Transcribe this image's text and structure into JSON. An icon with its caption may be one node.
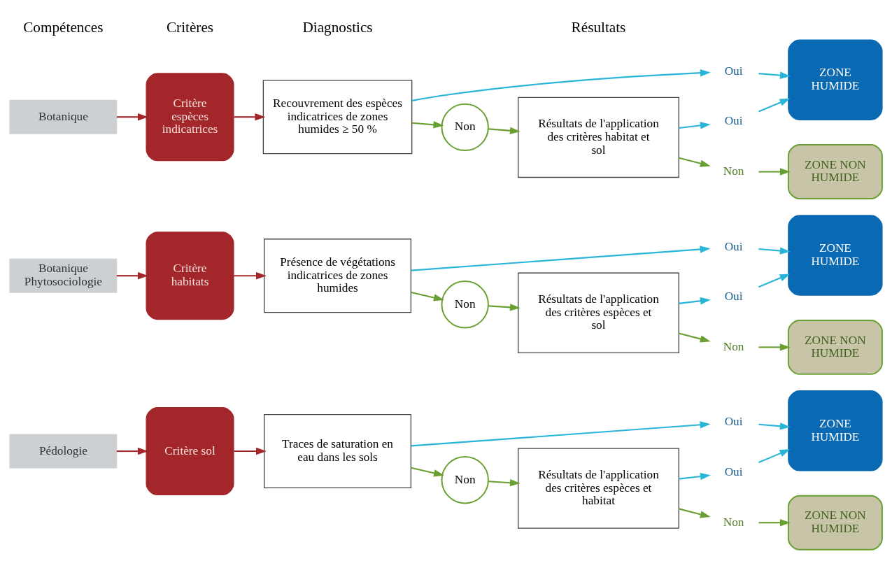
{
  "diagram": {
    "nodes": [
      {
        "text": [
          "Botanique"
        ]
      },
      {
        "text": [
          "Critère espèces indicatrices"
        ]
      },
      {
        "text": [
          "Recouvrement des espèces indicatrices de zones humides ≥ 50 %"
        ]
      },
      {
        "text": [
          "Oui"
        ]
      },
      {
        "text": [
          "ZONE HUMIDE"
        ]
      },
      {
        "text": [
          "Non"
        ]
      },
      {
        "text": [
          "Résultats de l'application des critères habitat et sol"
        ]
      },
      {
        "text": [
          "Oui"
        ]
      },
      {
        "text": [
          "Non"
        ]
      },
      {
        "text": [
          "ZONE NON HUMIDE"
        ]
      },
      {
        "text": [
          "Botanique Phytosociologie"
        ]
      },
      {
        "text": [
          "Critère habitats"
        ]
      },
      {
        "text": [
          "Présence de végétations indicatrices de zones humides"
        ]
      },
      {
        "text": [
          "Oui"
        ]
      },
      {
        "text": [
          "ZONE HUMIDE"
        ]
      },
      {
        "text": [
          "Non"
        ]
      },
      {
        "text": [
          "Résultats de l'application des critères espèces et sol"
        ]
      },
      {
        "text": [
          "Oui"
        ]
      },
      {
        "text": [
          "Non"
        ]
      },
      {
        "text": [
          "ZONE NON HUMIDE"
        ]
      },
      {
        "text": [
          "Pédologie"
        ]
      },
      {
        "text": [
          "Critère sol"
        ]
      },
      {
        "text": [
          "Traces de saturation en eau dans les sols"
        ]
      },
      {
        "text": [
          "Oui"
        ]
      },
      {
        "text": [
          "ZONE HUMIDE"
        ]
      },
      {
        "text": [
          "Non"
        ]
      },
      {
        "text": [
          "Résultats de l'application des critères espèces et habitat"
        ]
      },
      {
        "text": [
          "Oui"
        ]
      },
      {
        "text": [
          "Non"
        ]
      },
      {
        "text": [
          "ZONE NON HUMIDE"
        ]
      }
    ],
    "edges": [
      {
        "from": 0,
        "to": 1,
        "arrow": "to",
        "color": "#a3262a"
      },
      {
        "from": 1,
        "to": 2,
        "arrow": "to",
        "color": "#a3262a"
      },
      {
        "from": 2,
        "to": 3,
        "arrow": "to",
        "color": "#29b5d8"
      },
      {
        "from": 3,
        "to": 4,
        "arrow": "to",
        "color": "#29b5d8"
      },
      {
        "from": 2,
        "to": 5,
        "arrow": "to",
        "color": "#6aa033"
      },
      {
        "from": 5,
        "to": 6,
        "arrow": "to",
        "color": "#6aa033"
      },
      {
        "from": 6,
        "to": 7,
        "arrow": "to",
        "color": "#29b5d8"
      },
      {
        "from": 7,
        "to": 4,
        "arrow": "to",
        "color": "#29b5d8"
      },
      {
        "from": 6,
        "to": 8,
        "arrow": "to",
        "color": "#6aa033"
      },
      {
        "from": 8,
        "to": 9,
        "arrow": "to",
        "color": "#6aa033"
      },
      {
        "from": 10,
        "to": 11,
        "arrow": "to",
        "color": "#a3262a"
      },
      {
        "from": 11,
        "to": 12,
        "arrow": "to",
        "color": "#a3262a"
      },
      {
        "from": 12,
        "to": 13,
        "arrow": "to",
        "color": "#29b5d8"
      },
      {
        "from": 13,
        "to": 14,
        "arrow": "to",
        "color": "#29b5d8"
      },
      {
        "from": 12,
        "to": 15,
        "arrow": "to",
        "color": "#6aa033"
      },
      {
        "from": 15,
        "to": 16,
        "arrow": "to",
        "color": "#6aa033"
      },
      {
        "from": 16,
        "to": 17,
        "arrow": "to",
        "color": "#29b5d8"
      },
      {
        "from": 17,
        "to": 14,
        "arrow": "to",
        "color": "#29b5d8"
      },
      {
        "from": 16,
        "to": 18,
        "arrow": "to",
        "color": "#6aa033"
      },
      {
        "from": 18,
        "to": 19,
        "arrow": "to",
        "color": "#6aa033"
      },
      {
        "from": 20,
        "to": 21,
        "arrow": "to",
        "color": "#a3262a"
      },
      {
        "from": 21,
        "to": 22,
        "arrow": "to",
        "color": "#a3262a"
      },
      {
        "from": 22,
        "to": 23,
        "arrow": "to",
        "color": "#29b5d8"
      },
      {
        "from": 23,
        "to": 24,
        "arrow": "to",
        "color": "#29b5d8"
      },
      {
        "from": 22,
        "to": 25,
        "arrow": "to",
        "color": "#6aa033"
      },
      {
        "from": 25,
        "to": 26,
        "arrow": "to",
        "color": "#6aa033"
      },
      {
        "from": 26,
        "to": 27,
        "arrow": "to",
        "color": "#29b5d8"
      },
      {
        "from": 27,
        "to": 24,
        "arrow": "to",
        "color": "#29b5d8"
      },
      {
        "from": 26,
        "to": 28,
        "arrow": "to",
        "color": "#6aa033"
      },
      {
        "from": 28,
        "to": 29,
        "arrow": "to",
        "color": "#6aa033"
      }
    ],
    "labels": [
      "Compétences",
      "Critères",
      "Diagnostics",
      "Résultats"
    ]
  }
}
